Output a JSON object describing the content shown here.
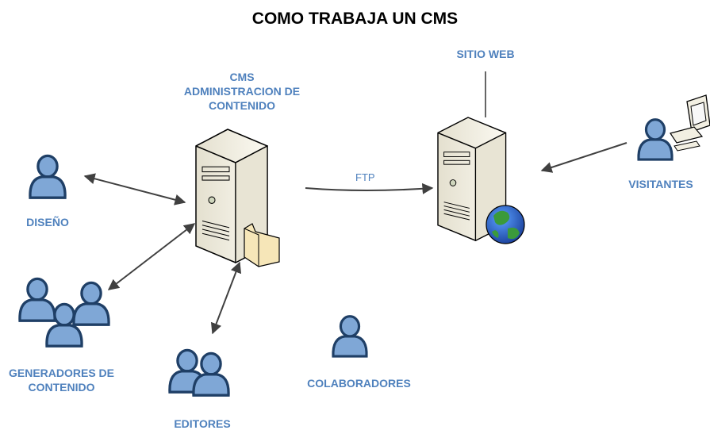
{
  "title": "COMO TRABAJA UN CMS",
  "nodes": {
    "cms": {
      "line1": "CMS",
      "line2": "ADMINISTRACION DE",
      "line3": "CONTENIDO"
    },
    "site": "SITIO WEB",
    "visitors": "VISITANTES",
    "design": "DISEÑO",
    "generators": {
      "line1": "GENERADORES DE",
      "line2": "CONTENIDO"
    },
    "editors": "EDITORES",
    "collaborators": "COLABORADORES"
  },
  "edges": {
    "ftp": "FTP"
  },
  "colors": {
    "label": "#4f81bd",
    "arrow": "#404040",
    "person_fill": "#7fa7d6",
    "person_stroke": "#1f3f66",
    "server_fill": "#f2efe2",
    "server_stroke": "#000000"
  }
}
